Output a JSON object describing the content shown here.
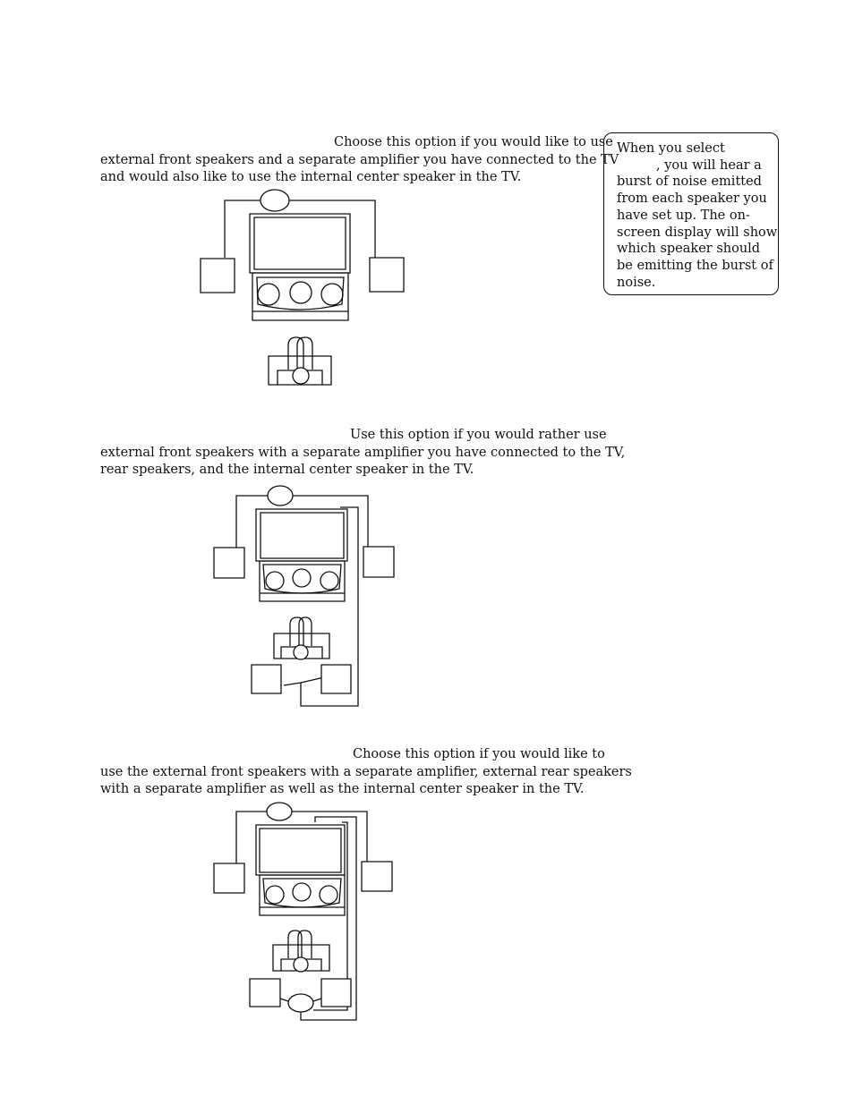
{
  "sections": [
    {
      "lines": [
        "Choose this option if you would like to use",
        "external front speakers and a separate amplifier you have connected to the TV",
        "and would also like to use the internal center speaker in the TV."
      ]
    },
    {
      "lines": [
        "Use this option if you would rather use",
        "external front speakers with a separate amplifier you have connected to the TV,",
        "rear speakers, and the internal center speaker in the TV."
      ]
    },
    {
      "lines": [
        "Choose this option if you would like to",
        "use the external front speakers with a separate amplifier, external rear speakers",
        "with a separate amplifier as well as the internal center speaker in the TV."
      ]
    }
  ],
  "note": {
    "lines": [
      "When you select",
      ", you will hear a",
      "burst of noise emitted",
      "from each speaker you",
      "have set up. The on-",
      "screen display will show",
      "which speaker should",
      "be emitting the burst of",
      "noise."
    ]
  }
}
